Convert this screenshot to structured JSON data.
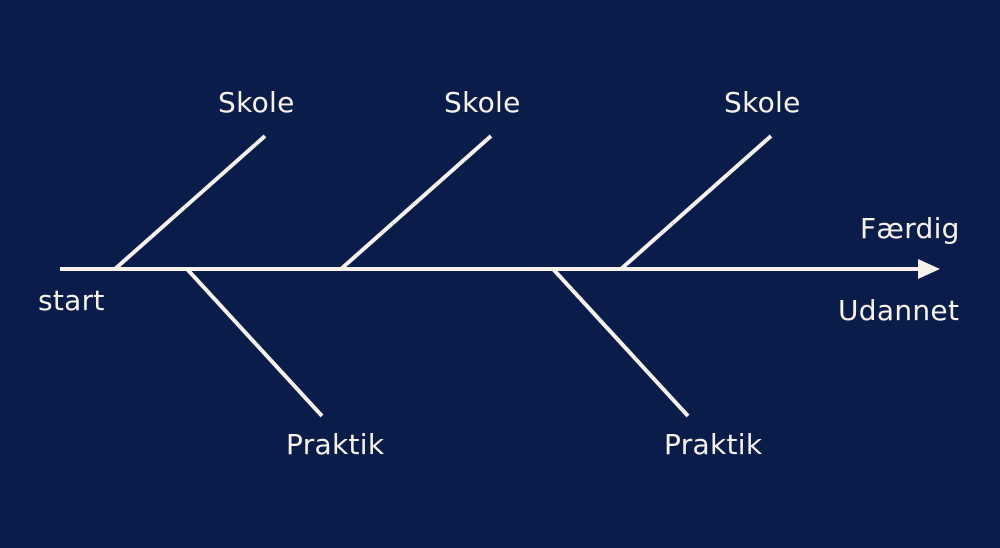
{
  "diagram": {
    "start_label": "start",
    "end_label_top": "Færdig",
    "end_label_bottom": "Udannet",
    "school_branches": [
      {
        "label": "Skole"
      },
      {
        "label": "Skole"
      },
      {
        "label": "Skole"
      }
    ],
    "practice_branches": [
      {
        "label": "Praktik"
      },
      {
        "label": "Praktik"
      }
    ]
  },
  "colors": {
    "background": "#0a1c4a",
    "foreground": "#f6f2ec"
  }
}
